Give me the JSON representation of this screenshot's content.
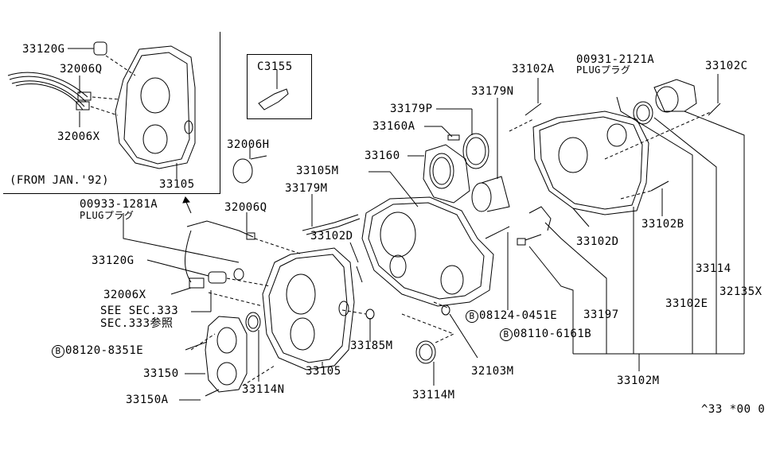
{
  "diagram": {
    "type": "exploded parts diagram",
    "subject": "transfer case / transmission case assembly",
    "inset_note": "(FROM JAN.'92)",
    "footer_code": "^33 *00 0",
    "sealant_box_label": "C3155",
    "inset_labels": {
      "plug_33120g": "33120G",
      "switch_32006q": "32006Q",
      "switch_32006x": "32006X",
      "case_33105": "33105"
    },
    "labels": {
      "p32006h": "32006H",
      "p00933": "00933-1281A",
      "p00933_sub": "PLUGプラグ",
      "p32006q": "32006Q",
      "p33120g": "33120G",
      "p32006x": "32006X",
      "see_sec": "SEE SEC.333",
      "see_sec_jp": "SEC.333参照",
      "p08120": "08120-8351E",
      "p33150": "33150",
      "p33150a": "33150A",
      "p33114n": "33114N",
      "p33105": "33105",
      "p33185m": "33185M",
      "p33179m": "33179M",
      "p33102d_left": "33102D",
      "p33105m": "33105M",
      "p33160": "33160",
      "p33160a": "33160A",
      "p33179p": "33179P",
      "p33179n": "33179N",
      "p33102a": "33102A",
      "p00931": "00931-2121A",
      "p00931_sub": "PLUGプラグ",
      "p33102c": "33102C",
      "p33102b": "33102B",
      "p33102d_right": "33102D",
      "p08124": "08124-0451E",
      "p08110": "08110-6161B",
      "p33197": "33197",
      "p32103m": "32103M",
      "p33114m": "33114M",
      "p33114": "33114",
      "p33102e": "33102E",
      "p32135x": "32135X",
      "p33102m": "33102M",
      "bolt_marker": "B"
    }
  }
}
